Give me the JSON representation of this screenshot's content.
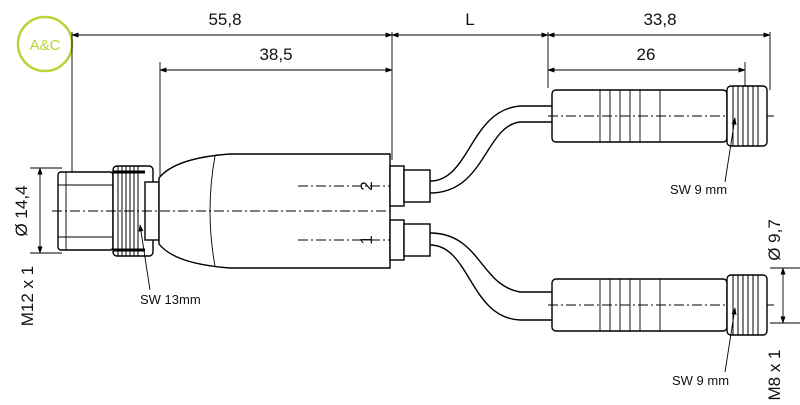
{
  "logo": {
    "text": "A&C",
    "color": "#b8d433"
  },
  "dimensions": {
    "top_left": "55,8",
    "top_middle": "L",
    "top_right": "33,8",
    "body_length": "38,5",
    "socket_length": "26",
    "diameter_main": "Ø 14,4",
    "diameter_socket": "Ø 9,7"
  },
  "labels": {
    "thread_main": "M12 x 1",
    "thread_socket": "M8 x 1",
    "wrench_main": "SW 13mm",
    "wrench_socket_top": "SW 9 mm",
    "wrench_socket_bottom": "SW 9 mm",
    "port_2": "2",
    "port_1": "1"
  }
}
